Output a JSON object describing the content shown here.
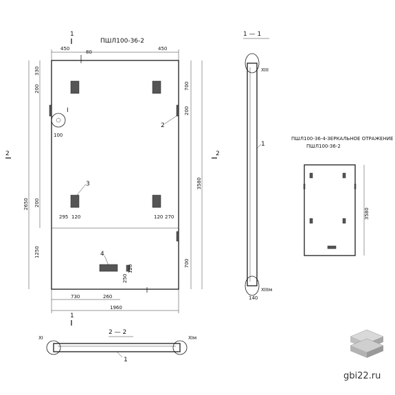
{
  "main_view": {
    "title": "ПШЛ100-36-2",
    "section_marks": [
      "1",
      "1",
      "2",
      "2"
    ],
    "dims_top": [
      "450",
      "80",
      "450"
    ],
    "dims_left_top": [
      "330",
      "200"
    ],
    "dims_left_mid": [
      "2650",
      "200"
    ],
    "dims_left_bottom": [
      "1250"
    ],
    "dims_right_top": [
      "700",
      "200"
    ],
    "dims_right_total": "3580",
    "dims_right_bottom": [
      "700"
    ],
    "dims_middle_left": [
      "295",
      "120"
    ],
    "dims_middle_right": [
      "120",
      "270"
    ],
    "dims_bottom_inner": [
      "250",
      "120"
    ],
    "dims_bottom": [
      "730",
      "260"
    ],
    "dims_bottom_total": "1960",
    "dim_100": "100",
    "node_label": "I",
    "callouts": [
      "2",
      "3",
      "4"
    ]
  },
  "section_1_1": {
    "title": "1 — 1",
    "node_top": "XIII",
    "node_bottom": "XIIIм",
    "callout": "1",
    "dim": "140"
  },
  "section_2_2": {
    "title": "2 — 2",
    "node_left": "XI",
    "node_right": "XIм",
    "callout": "1"
  },
  "mirror_view": {
    "title_line1": "ПШЛ100-36-4-ЗЕРКАЛЬНОЕ ОТРАЖЕНИЕ",
    "title_line2": "ПШЛ100-36-2",
    "dim": "3580"
  },
  "watermark": "gbi22.ru"
}
